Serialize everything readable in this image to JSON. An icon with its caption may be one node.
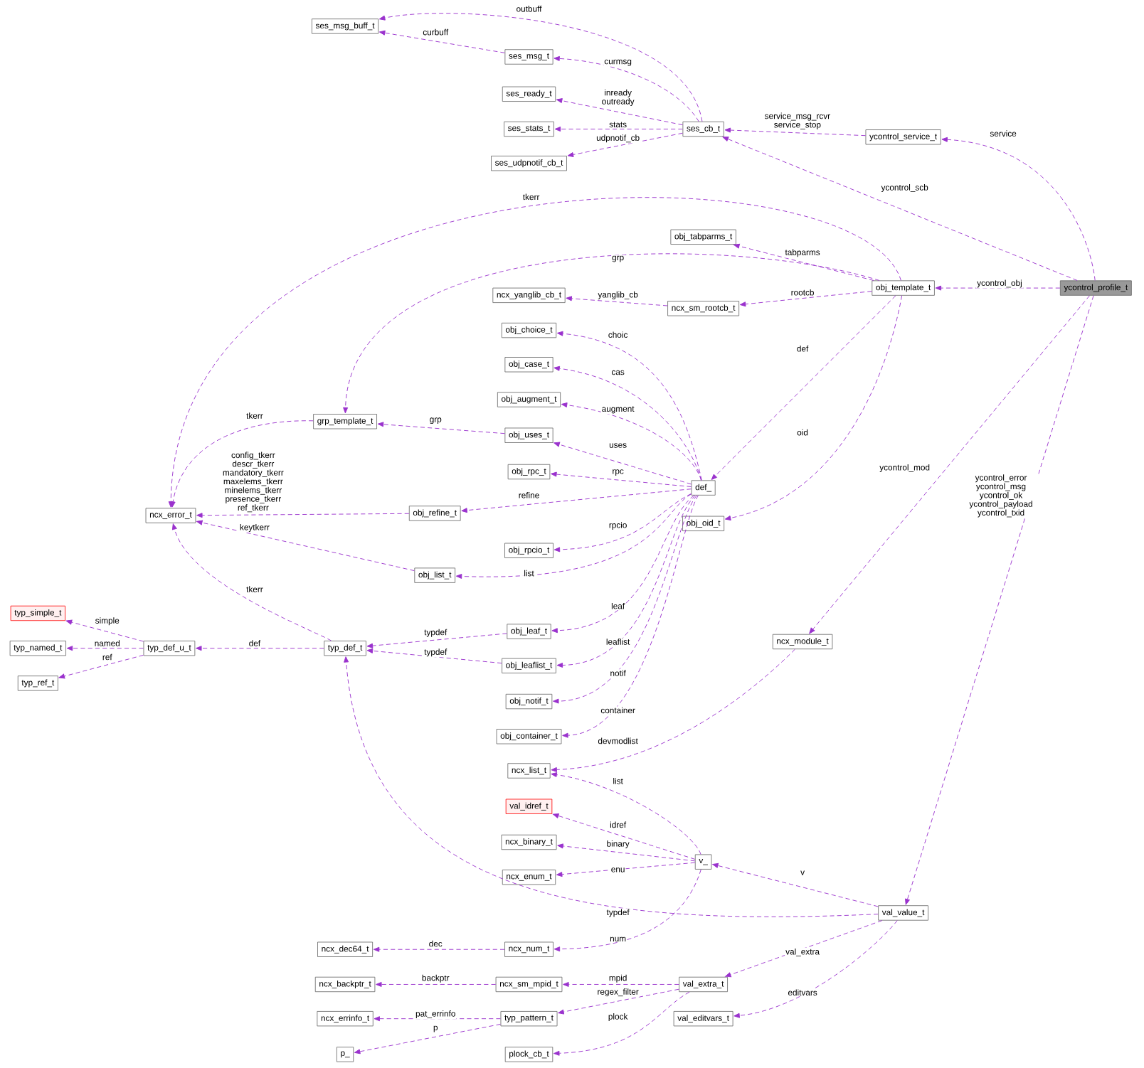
{
  "diagram": {
    "nodes": [
      {
        "text": [
          "ycontrol_profile_t"
        ]
      },
      {
        "text": [
          "ses_msg_buff_t"
        ]
      },
      {
        "text": [
          "ses_msg_t"
        ]
      },
      {
        "text": [
          "ses_ready_t"
        ]
      },
      {
        "text": [
          "ses_stats_t"
        ]
      },
      {
        "text": [
          "ses_udpnotif_cb_t"
        ]
      },
      {
        "text": [
          "ses_cb_t"
        ]
      },
      {
        "text": [
          "ycontrol_service_t"
        ]
      },
      {
        "text": [
          "obj_tabparms_t"
        ]
      },
      {
        "text": [
          "obj_template_t"
        ]
      },
      {
        "text": [
          "ncx_yanglib_cb_t"
        ]
      },
      {
        "text": [
          "ncx_sm_rootcb_t"
        ]
      },
      {
        "text": [
          "obj_choice_t"
        ]
      },
      {
        "text": [
          "obj_case_t"
        ]
      },
      {
        "text": [
          "obj_augment_t"
        ]
      },
      {
        "text": [
          "grp_template_t"
        ]
      },
      {
        "text": [
          "obj_uses_t"
        ]
      },
      {
        "text": [
          "obj_rpc_t"
        ]
      },
      {
        "text": [
          "def_"
        ]
      },
      {
        "text": [
          "ncx_error_t"
        ]
      },
      {
        "text": [
          "obj_refine_t"
        ]
      },
      {
        "text": [
          "obj_oid_t"
        ]
      },
      {
        "text": [
          "obj_rpcio_t"
        ]
      },
      {
        "text": [
          "obj_list_t"
        ]
      },
      {
        "text": [
          "typ_simple_t"
        ]
      },
      {
        "text": [
          "typ_named_t"
        ]
      },
      {
        "text": [
          "typ_def_u_t"
        ]
      },
      {
        "text": [
          "typ_def_t"
        ]
      },
      {
        "text": [
          "obj_leaf_t"
        ]
      },
      {
        "text": [
          "ncx_module_t"
        ]
      },
      {
        "text": [
          "typ_ref_t"
        ]
      },
      {
        "text": [
          "obj_leaflist_t"
        ]
      },
      {
        "text": [
          "obj_notif_t"
        ]
      },
      {
        "text": [
          "obj_container_t"
        ]
      },
      {
        "text": [
          "ncx_list_t"
        ]
      },
      {
        "text": [
          "val_idref_t"
        ]
      },
      {
        "text": [
          "ncx_binary_t"
        ]
      },
      {
        "text": [
          "v_"
        ]
      },
      {
        "text": [
          "ncx_enum_t"
        ]
      },
      {
        "text": [
          "val_value_t"
        ]
      },
      {
        "text": [
          "ncx_dec64_t"
        ]
      },
      {
        "text": [
          "ncx_num_t"
        ]
      },
      {
        "text": [
          "ncx_backptr_t"
        ]
      },
      {
        "text": [
          "ncx_sm_mpid_t"
        ]
      },
      {
        "text": [
          "val_extra_t"
        ]
      },
      {
        "text": [
          "ncx_errinfo_t"
        ]
      },
      {
        "text": [
          "typ_pattern_t"
        ]
      },
      {
        "text": [
          "val_editvars_t"
        ]
      },
      {
        "text": [
          "p_"
        ]
      },
      {
        "text": [
          "plock_cb_t"
        ]
      }
    ],
    "edges": [
      {
        "from": 6,
        "to": 1,
        "arrow": "to",
        "label": "outbuff"
      },
      {
        "from": 2,
        "to": 1,
        "arrow": "to",
        "label": "curbuff"
      },
      {
        "from": 6,
        "to": 2,
        "arrow": "to",
        "label": "curmsg"
      },
      {
        "from": 6,
        "to": 3,
        "arrow": "to",
        "label": "inready outready"
      },
      {
        "from": 6,
        "to": 4,
        "arrow": "to",
        "label": "stats"
      },
      {
        "from": 6,
        "to": 5,
        "arrow": "to",
        "label": "udpnotif_cb"
      },
      {
        "from": 7,
        "to": 6,
        "arrow": "to",
        "label": "service_msg_rcvr service_stop"
      },
      {
        "from": 0,
        "to": 7,
        "arrow": "to",
        "label": "service"
      },
      {
        "from": 0,
        "to": 6,
        "arrow": "to",
        "label": "ycontrol_scb"
      },
      {
        "from": 9,
        "to": 19,
        "arrow": "to",
        "label": "tkerr"
      },
      {
        "from": 9,
        "to": 8,
        "arrow": "to",
        "label": "tabparms"
      },
      {
        "from": 9,
        "to": 15,
        "arrow": "to",
        "label": "grp"
      },
      {
        "from": 0,
        "to": 9,
        "arrow": "to",
        "label": "ycontrol_obj"
      },
      {
        "from": 11,
        "to": 10,
        "arrow": "to",
        "label": "yanglib_cb"
      },
      {
        "from": 9,
        "to": 11,
        "arrow": "to",
        "label": "rootcb"
      },
      {
        "from": 9,
        "to": 18,
        "arrow": "to",
        "label": "def"
      },
      {
        "from": 9,
        "to": 21,
        "arrow": "to",
        "label": "oid"
      },
      {
        "from": 18,
        "to": 12,
        "arrow": "to",
        "label": "choic"
      },
      {
        "from": 18,
        "to": 13,
        "arrow": "to",
        "label": "cas"
      },
      {
        "from": 18,
        "to": 14,
        "arrow": "to",
        "label": "augment"
      },
      {
        "from": 18,
        "to": 16,
        "arrow": "to",
        "label": "uses"
      },
      {
        "from": 16,
        "to": 15,
        "arrow": "to",
        "label": "grp"
      },
      {
        "from": 15,
        "to": 19,
        "arrow": "to",
        "label": "tkerr"
      },
      {
        "from": 18,
        "to": 17,
        "arrow": "to",
        "label": "rpc"
      },
      {
        "from": 18,
        "to": 20,
        "arrow": "to",
        "label": "refine"
      },
      {
        "from": 20,
        "to": 19,
        "arrow": "to",
        "label": "config_tkerr descr_tkerr mandatory_tkerr maxelems_tkerr minelems_tkerr presence_tkerr ref_tkerr"
      },
      {
        "from": 18,
        "to": 22,
        "arrow": "to",
        "label": "rpcio"
      },
      {
        "from": 18,
        "to": 23,
        "arrow": "to",
        "label": "list"
      },
      {
        "from": 23,
        "to": 19,
        "arrow": "to",
        "label": "keytkerr"
      },
      {
        "from": 27,
        "to": 19,
        "arrow": "to",
        "label": "tkerr"
      },
      {
        "from": 26,
        "to": 24,
        "arrow": "to",
        "label": "simple"
      },
      {
        "from": 26,
        "to": 25,
        "arrow": "to",
        "label": "named"
      },
      {
        "from": 26,
        "to": 30,
        "arrow": "to",
        "label": "ref"
      },
      {
        "from": 27,
        "to": 26,
        "arrow": "to",
        "label": "def"
      },
      {
        "from": 28,
        "to": 27,
        "arrow": "to",
        "label": "typdef"
      },
      {
        "from": 31,
        "to": 27,
        "arrow": "to",
        "label": "typdef"
      },
      {
        "from": 18,
        "to": 28,
        "arrow": "to",
        "label": "leaf"
      },
      {
        "from": 18,
        "to": 31,
        "arrow": "to",
        "label": "leaflist"
      },
      {
        "from": 18,
        "to": 32,
        "arrow": "to",
        "label": "notif"
      },
      {
        "from": 18,
        "to": 33,
        "arrow": "to",
        "label": "container"
      },
      {
        "from": 0,
        "to": 29,
        "arrow": "to",
        "label": "ycontrol_mod"
      },
      {
        "from": 29,
        "to": 34,
        "arrow": "to",
        "label": "devmodlist"
      },
      {
        "from": 37,
        "to": 34,
        "arrow": "to",
        "label": "list"
      },
      {
        "from": 37,
        "to": 35,
        "arrow": "to",
        "label": "idref"
      },
      {
        "from": 37,
        "to": 36,
        "arrow": "to",
        "label": "binary"
      },
      {
        "from": 37,
        "to": 38,
        "arrow": "to",
        "label": "enu"
      },
      {
        "from": 39,
        "to": 37,
        "arrow": "to",
        "label": "v"
      },
      {
        "from": 39,
        "to": 27,
        "arrow": "to",
        "label": "typdef"
      },
      {
        "from": 0,
        "to": 39,
        "arrow": "to",
        "label": "ycontrol_error ycontrol_msg ycontrol_ok ycontrol_payload ycontrol_txid"
      },
      {
        "from": 37,
        "to": 41,
        "arrow": "to",
        "label": "num"
      },
      {
        "from": 41,
        "to": 40,
        "arrow": "to",
        "label": "dec"
      },
      {
        "from": 43,
        "to": 42,
        "arrow": "to",
        "label": "backptr"
      },
      {
        "from": 44,
        "to": 43,
        "arrow": "to",
        "label": "mpid"
      },
      {
        "from": 39,
        "to": 44,
        "arrow": "to",
        "label": "val_extra"
      },
      {
        "from": 46,
        "to": 45,
        "arrow": "to",
        "label": "pat_errinfo"
      },
      {
        "from": 46,
        "to": 48,
        "arrow": "to",
        "label": "p"
      },
      {
        "from": 44,
        "to": 46,
        "arrow": "to",
        "label": "regex_filter"
      },
      {
        "from": 44,
        "to": 49,
        "arrow": "to",
        "label": "plock"
      },
      {
        "from": 39,
        "to": 47,
        "arrow": "to",
        "label": "editvars"
      }
    ]
  }
}
